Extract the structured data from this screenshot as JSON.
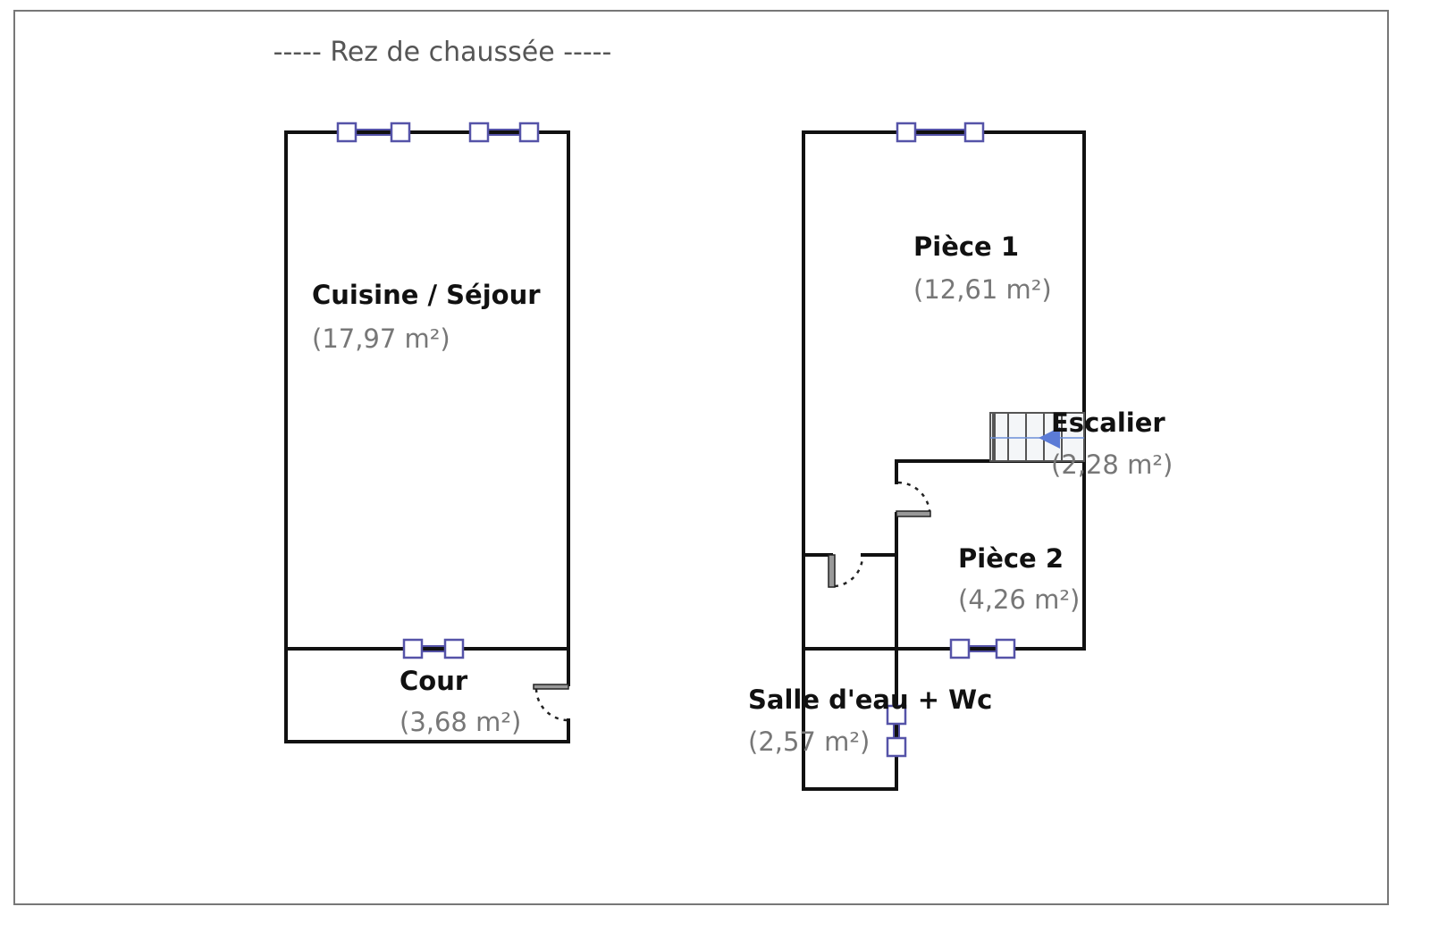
{
  "title": "-----  Rez de chaussée  -----",
  "rooms": {
    "cuisine": {
      "name": "Cuisine / Séjour",
      "area": "(17,97 m²)"
    },
    "cour": {
      "name": "Cour",
      "area": "(3,68 m²)"
    },
    "piece1": {
      "name": "Pièce 1",
      "area": "(12,61 m²)"
    },
    "escalier": {
      "name": "Escalier",
      "area": "(2,28 m²)"
    },
    "piece2": {
      "name": "Pièce 2",
      "area": "(4,26 m²)"
    },
    "salle": {
      "name": "Salle d'eau + Wc",
      "area": "(2,57 m²)"
    }
  },
  "colors": {
    "wall": "#111111",
    "window": "#5553a8",
    "stair_arrow": "#5b7bd6"
  }
}
